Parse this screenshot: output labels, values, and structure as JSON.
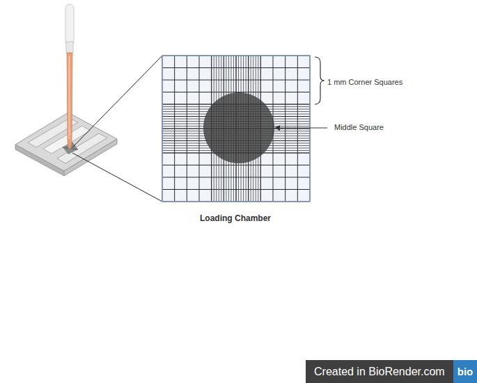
{
  "diagram": {
    "nodes": [
      {
        "text": [
          "Created in BioRender.com"
        ]
      },
      {
        "text": [
          "bio"
        ],
        "in": 0
      }
    ],
    "labels": [
      "1 mm Corner Squares",
      "Middle Square",
      "Loading Chamber"
    ]
  }
}
